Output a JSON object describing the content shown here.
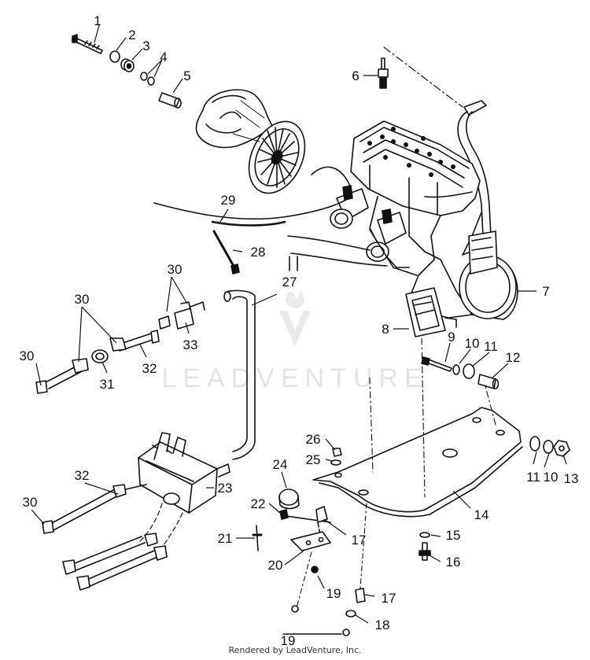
{
  "watermark": {
    "text": "LEADVENTURE"
  },
  "footer": {
    "text": "Rendered by LeadVenture, Inc."
  },
  "callouts": {
    "c1": "1",
    "c2": "2",
    "c3": "3",
    "c4": "4",
    "c5": "5",
    "c6": "6",
    "c7": "7",
    "c8": "8",
    "c9": "9",
    "c10a": "10",
    "c11a": "11",
    "c12": "12",
    "c11b": "11",
    "c10b": "10",
    "c13": "13",
    "c14": "14",
    "c15": "15",
    "c16": "16",
    "c17a": "17",
    "c17b": "17",
    "c18": "18",
    "c19a": "19",
    "c19b": "19",
    "c20": "20",
    "c21": "21",
    "c22": "22",
    "c23": "23",
    "c24": "24",
    "c25": "25",
    "c26": "26",
    "c27": "27",
    "c28": "28",
    "c29": "29",
    "c30a": "30",
    "c30b": "30",
    "c30c": "30",
    "c30d": "30",
    "c31": "31",
    "c32a": "32",
    "c32b": "32",
    "c33": "33"
  }
}
